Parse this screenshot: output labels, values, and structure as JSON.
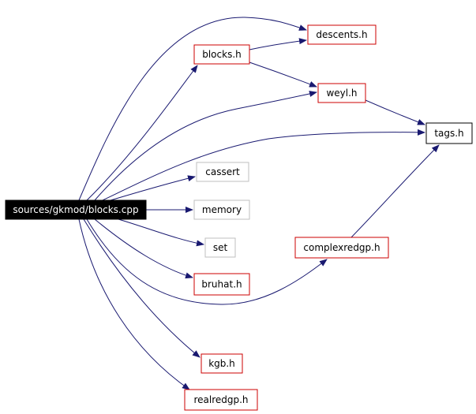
{
  "nodes": [
    {
      "id": "src",
      "label": "sources/gkmod/blocks.cpp",
      "style": "root"
    },
    {
      "id": "descents",
      "label": "descents.h",
      "style": "documented"
    },
    {
      "id": "blocks",
      "label": "blocks.h",
      "style": "documented"
    },
    {
      "id": "weyl",
      "label": "weyl.h",
      "style": "documented"
    },
    {
      "id": "tags",
      "label": "tags.h",
      "style": "plain"
    },
    {
      "id": "cassert",
      "label": "cassert",
      "style": "external"
    },
    {
      "id": "memory",
      "label": "memory",
      "style": "external"
    },
    {
      "id": "set",
      "label": "set",
      "style": "external"
    },
    {
      "id": "complexredgp",
      "label": "complexredgp.h",
      "style": "documented"
    },
    {
      "id": "bruhat",
      "label": "bruhat.h",
      "style": "documented"
    },
    {
      "id": "kgb",
      "label": "kgb.h",
      "style": "documented"
    },
    {
      "id": "realredgp",
      "label": "realredgp.h",
      "style": "documented"
    }
  ],
  "edges": [
    {
      "from": "src",
      "to": "descents"
    },
    {
      "from": "src",
      "to": "blocks"
    },
    {
      "from": "src",
      "to": "weyl"
    },
    {
      "from": "src",
      "to": "tags"
    },
    {
      "from": "src",
      "to": "cassert"
    },
    {
      "from": "src",
      "to": "memory"
    },
    {
      "from": "src",
      "to": "set"
    },
    {
      "from": "src",
      "to": "bruhat"
    },
    {
      "from": "src",
      "to": "complexredgp"
    },
    {
      "from": "src",
      "to": "kgb"
    },
    {
      "from": "src",
      "to": "realredgp"
    },
    {
      "from": "blocks",
      "to": "descents"
    },
    {
      "from": "blocks",
      "to": "weyl"
    },
    {
      "from": "weyl",
      "to": "tags"
    },
    {
      "from": "complexredgp",
      "to": "tags"
    }
  ],
  "colors": {
    "edge": "#191970",
    "documented_border": "#cc0000",
    "external_border": "#bfbfbf",
    "plain_border": "#000000",
    "root_fill": "#000000",
    "root_text": "#ffffff",
    "text": "#000000"
  }
}
